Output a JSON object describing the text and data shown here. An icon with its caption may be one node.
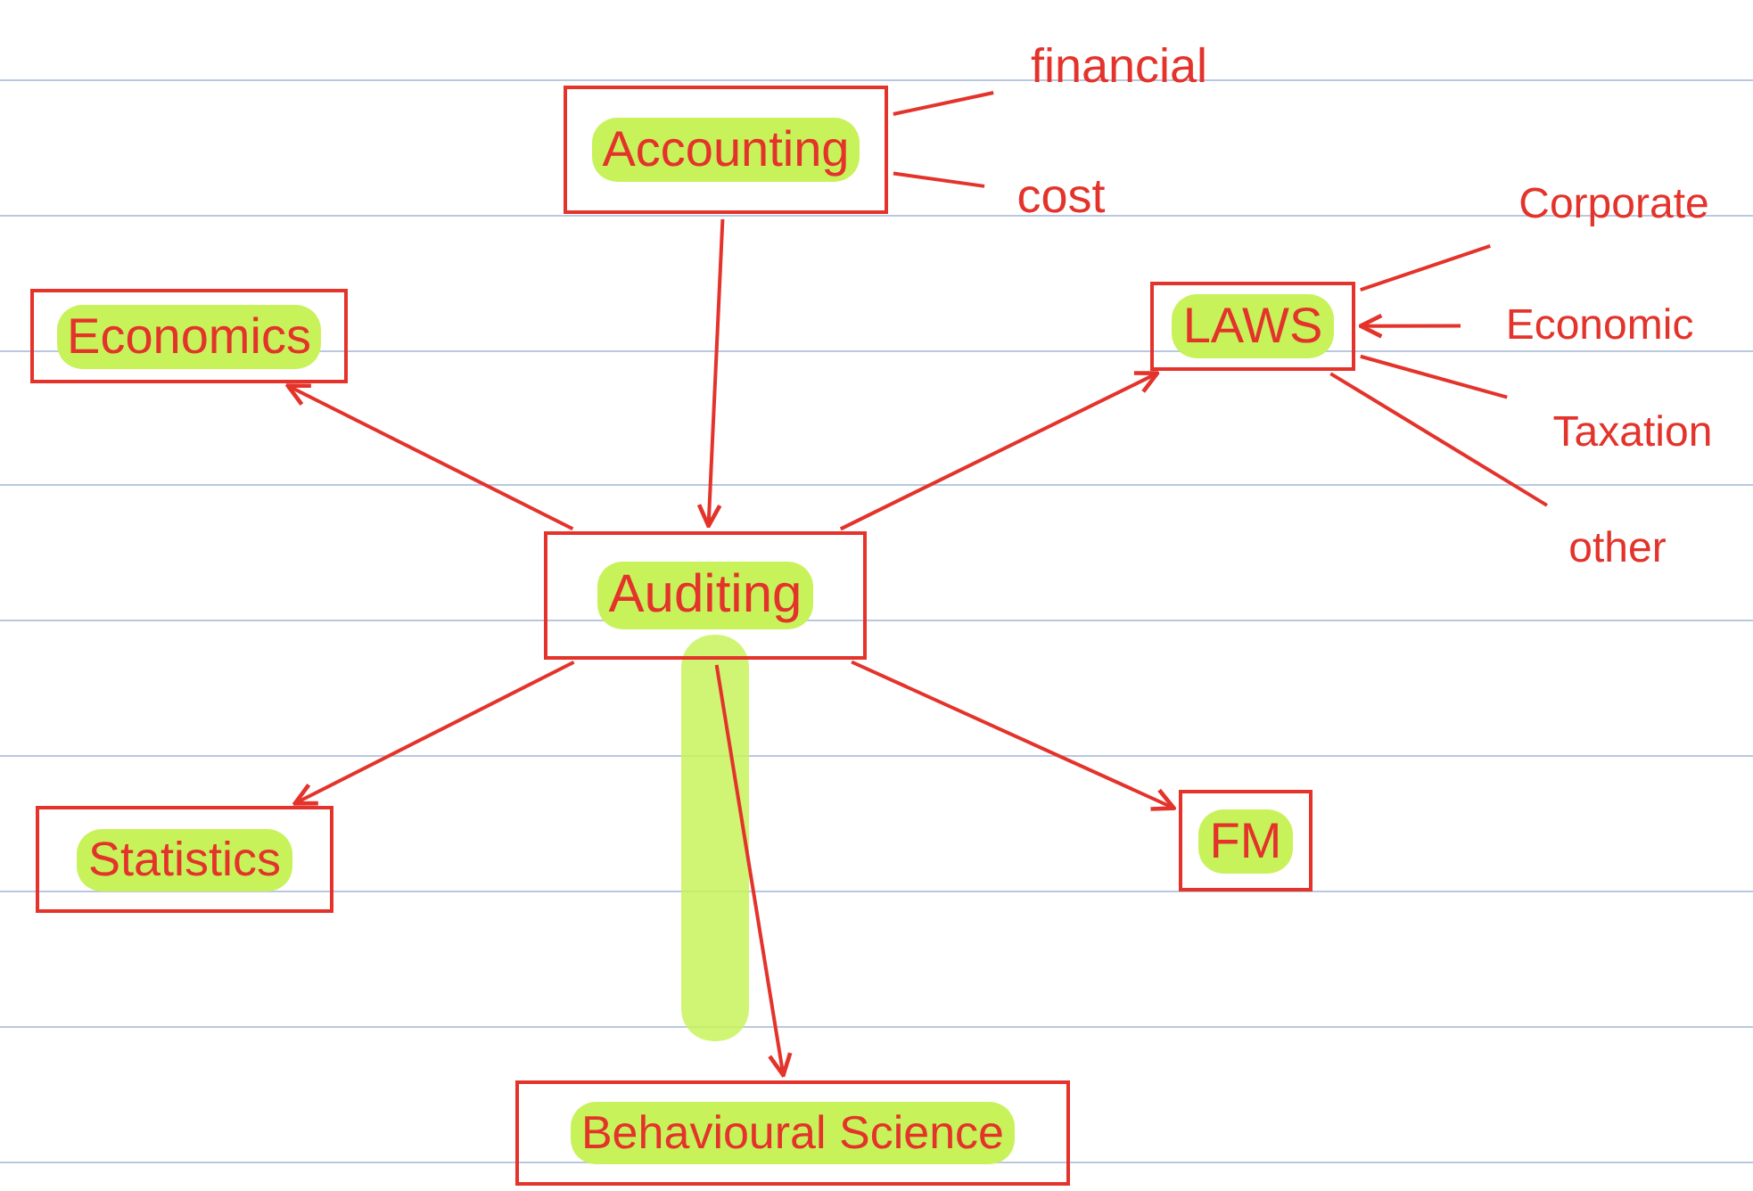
{
  "diagram": {
    "nodes": [
      {
        "text": [
          "Accounting"
        ]
      },
      {
        "text": [
          "financial"
        ]
      },
      {
        "text": [
          "cost"
        ]
      },
      {
        "text": [
          "Economics"
        ]
      },
      {
        "text": [
          "LAWS"
        ]
      },
      {
        "text": [
          "Corporate"
        ]
      },
      {
        "text": [
          "Economic"
        ]
      },
      {
        "text": [
          "Taxation"
        ]
      },
      {
        "text": [
          "other"
        ]
      },
      {
        "text": [
          "Auditing"
        ]
      },
      {
        "text": [
          "Statistics"
        ]
      },
      {
        "text": [
          "FM"
        ]
      },
      {
        "text": [
          "Behavioural Science"
        ]
      }
    ],
    "edges": [
      {
        "from": 0,
        "to": 1,
        "arrow": "none"
      },
      {
        "from": 0,
        "to": 2,
        "arrow": "none"
      },
      {
        "from": 0,
        "to": 9,
        "arrow": "to"
      },
      {
        "from": 9,
        "to": 3,
        "arrow": "to"
      },
      {
        "from": 9,
        "to": 4,
        "arrow": "to"
      },
      {
        "from": 4,
        "to": 5,
        "arrow": "none"
      },
      {
        "from": 6,
        "to": 4,
        "arrow": "to"
      },
      {
        "from": 4,
        "to": 7,
        "arrow": "none"
      },
      {
        "from": 4,
        "to": 8,
        "arrow": "none"
      },
      {
        "from": 9,
        "to": 10,
        "arrow": "to"
      },
      {
        "from": 9,
        "to": 11,
        "arrow": "to"
      },
      {
        "from": 9,
        "to": 12,
        "arrow": "to"
      }
    ]
  }
}
